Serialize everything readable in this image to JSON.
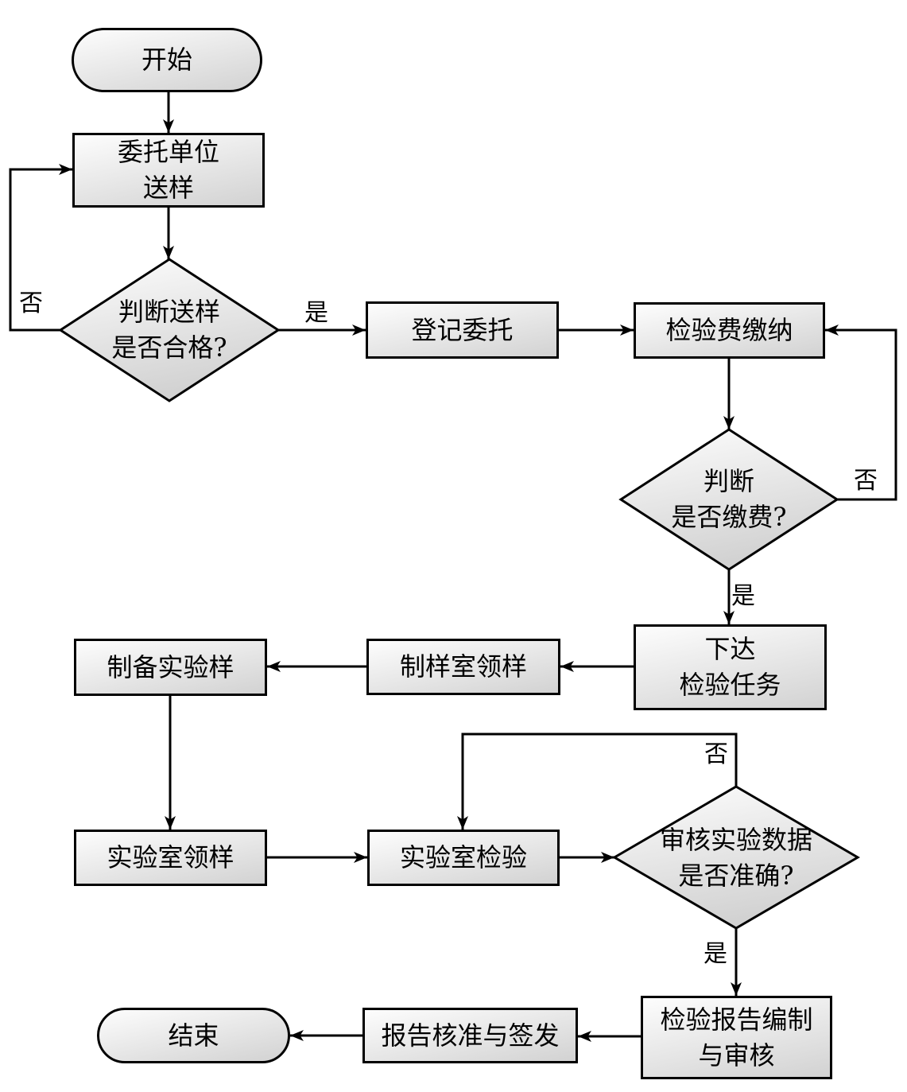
{
  "colors": {
    "background": "#ffffff",
    "node_border": "#000000",
    "node_fill_light": "#fdfdfd",
    "node_fill_dark": "#d2d2d2",
    "text": "#000000"
  },
  "nodes": {
    "start": "开始",
    "submit_sample": "委托单位\n送样",
    "judge_sample": "判断送样\n是否合格?",
    "register": "登记委托",
    "pay_fee": "检验费缴纳",
    "judge_payment": "判断\n是否缴费?",
    "issue_task": "下达\n检验任务",
    "sampling_room": "制样室领样",
    "prepare_sample": "制备实验样",
    "lab_receive": "实验室领样",
    "lab_test": "实验室检验",
    "judge_data": "审核实验数据\n是否准确?",
    "compile_report": "检验报告编制\n与审核",
    "approve_report": "报告核准与签发",
    "end": "结束"
  },
  "edge_labels": {
    "judge_sample_no": "否",
    "judge_sample_yes": "是",
    "judge_payment_no": "否",
    "judge_payment_yes": "是",
    "judge_data_no": "否",
    "judge_data_yes": "是"
  },
  "edges": [
    {
      "from": "start",
      "to": "submit_sample",
      "label": ""
    },
    {
      "from": "submit_sample",
      "to": "judge_sample",
      "label": ""
    },
    {
      "from": "judge_sample",
      "to": "submit_sample",
      "label": "否"
    },
    {
      "from": "judge_sample",
      "to": "register",
      "label": "是"
    },
    {
      "from": "register",
      "to": "pay_fee",
      "label": ""
    },
    {
      "from": "pay_fee",
      "to": "judge_payment",
      "label": ""
    },
    {
      "from": "judge_payment",
      "to": "pay_fee",
      "label": "否"
    },
    {
      "from": "judge_payment",
      "to": "issue_task",
      "label": "是"
    },
    {
      "from": "issue_task",
      "to": "sampling_room",
      "label": ""
    },
    {
      "from": "sampling_room",
      "to": "prepare_sample",
      "label": ""
    },
    {
      "from": "prepare_sample",
      "to": "lab_receive",
      "label": ""
    },
    {
      "from": "lab_receive",
      "to": "lab_test",
      "label": ""
    },
    {
      "from": "lab_test",
      "to": "judge_data",
      "label": ""
    },
    {
      "from": "judge_data",
      "to": "lab_test",
      "label": "否"
    },
    {
      "from": "judge_data",
      "to": "compile_report",
      "label": "是"
    },
    {
      "from": "compile_report",
      "to": "approve_report",
      "label": ""
    },
    {
      "from": "approve_report",
      "to": "end",
      "label": ""
    }
  ]
}
